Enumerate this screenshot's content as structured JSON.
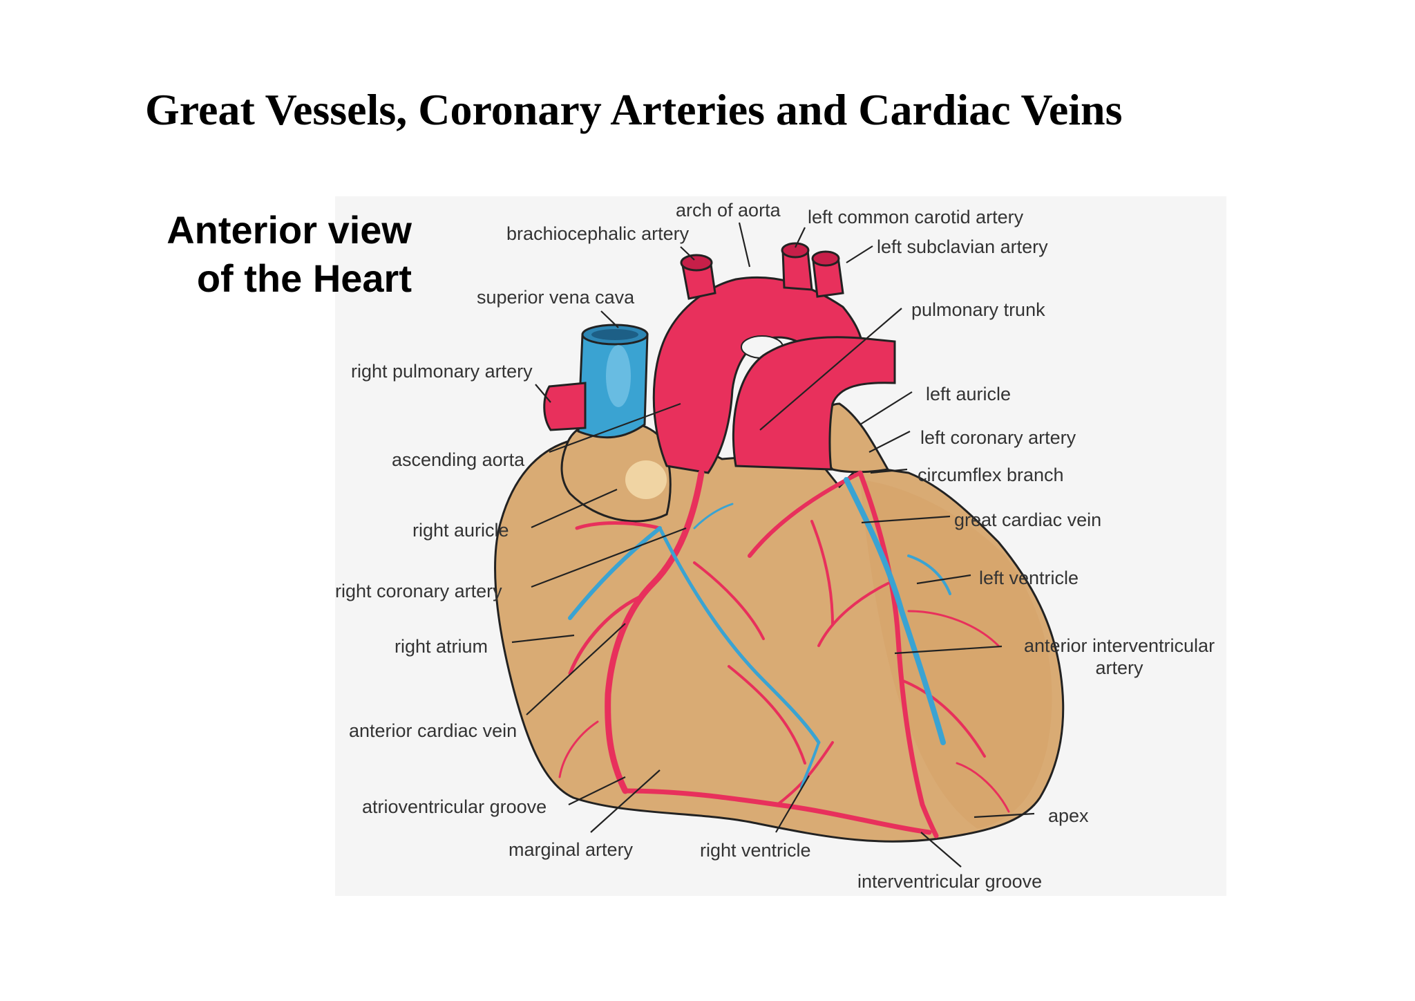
{
  "title": "Great Vessels, Coronary Arteries and Cardiac Veins",
  "subtitle": {
    "line1": "Anterior view",
    "line2": "of the Heart"
  },
  "colors": {
    "artery": "#e8305c",
    "vein": "#3aa3d2",
    "myocardium": "#d9ab74",
    "background": "#f5f5f5"
  },
  "labels": {
    "arch_of_aorta": "arch of aorta",
    "brachiocephalic_artery": "brachiocephalic artery",
    "left_common_carotid_artery": "left common carotid artery",
    "left_subclavian_artery": "left subclavian artery",
    "superior_vena_cava": "superior vena cava",
    "pulmonary_trunk": "pulmonary trunk",
    "right_pulmonary_artery": "right pulmonary artery",
    "left_auricle": "left auricle",
    "ascending_aorta": "ascending aorta",
    "left_coronary_artery": "left coronary artery",
    "circumflex_branch": "circumflex branch",
    "right_auricle": "right auricle",
    "great_cardiac_vein": "great cardiac vein",
    "left_ventricle": "left ventricle",
    "right_coronary_artery": "right coronary artery",
    "right_atrium": "right atrium",
    "anterior_interventricular_artery_1": "anterior interventricular",
    "anterior_interventricular_artery_2": "artery",
    "anterior_cardiac_vein": "anterior cardiac vein",
    "atrioventricular_groove": "atrioventricular groove",
    "apex": "apex",
    "marginal_artery": "marginal artery",
    "right_ventricle": "right ventricle",
    "interventricular_groove": "interventricular groove"
  }
}
